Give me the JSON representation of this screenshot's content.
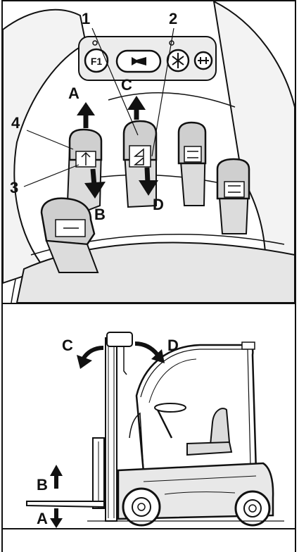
{
  "top_panel": {
    "labels": {
      "one": "1",
      "two": "2",
      "three": "3",
      "four": "4",
      "A": "A",
      "B": "B",
      "C": "C",
      "D": "D"
    },
    "dash_buttons": {
      "f1": "F1"
    }
  },
  "bottom_panel": {
    "labels": {
      "A": "A",
      "B": "B",
      "C": "C",
      "D": "D"
    }
  },
  "colors": {
    "line": "#111111",
    "shade": "#cfcfcf",
    "dark_shade": "#9a9a9a"
  }
}
